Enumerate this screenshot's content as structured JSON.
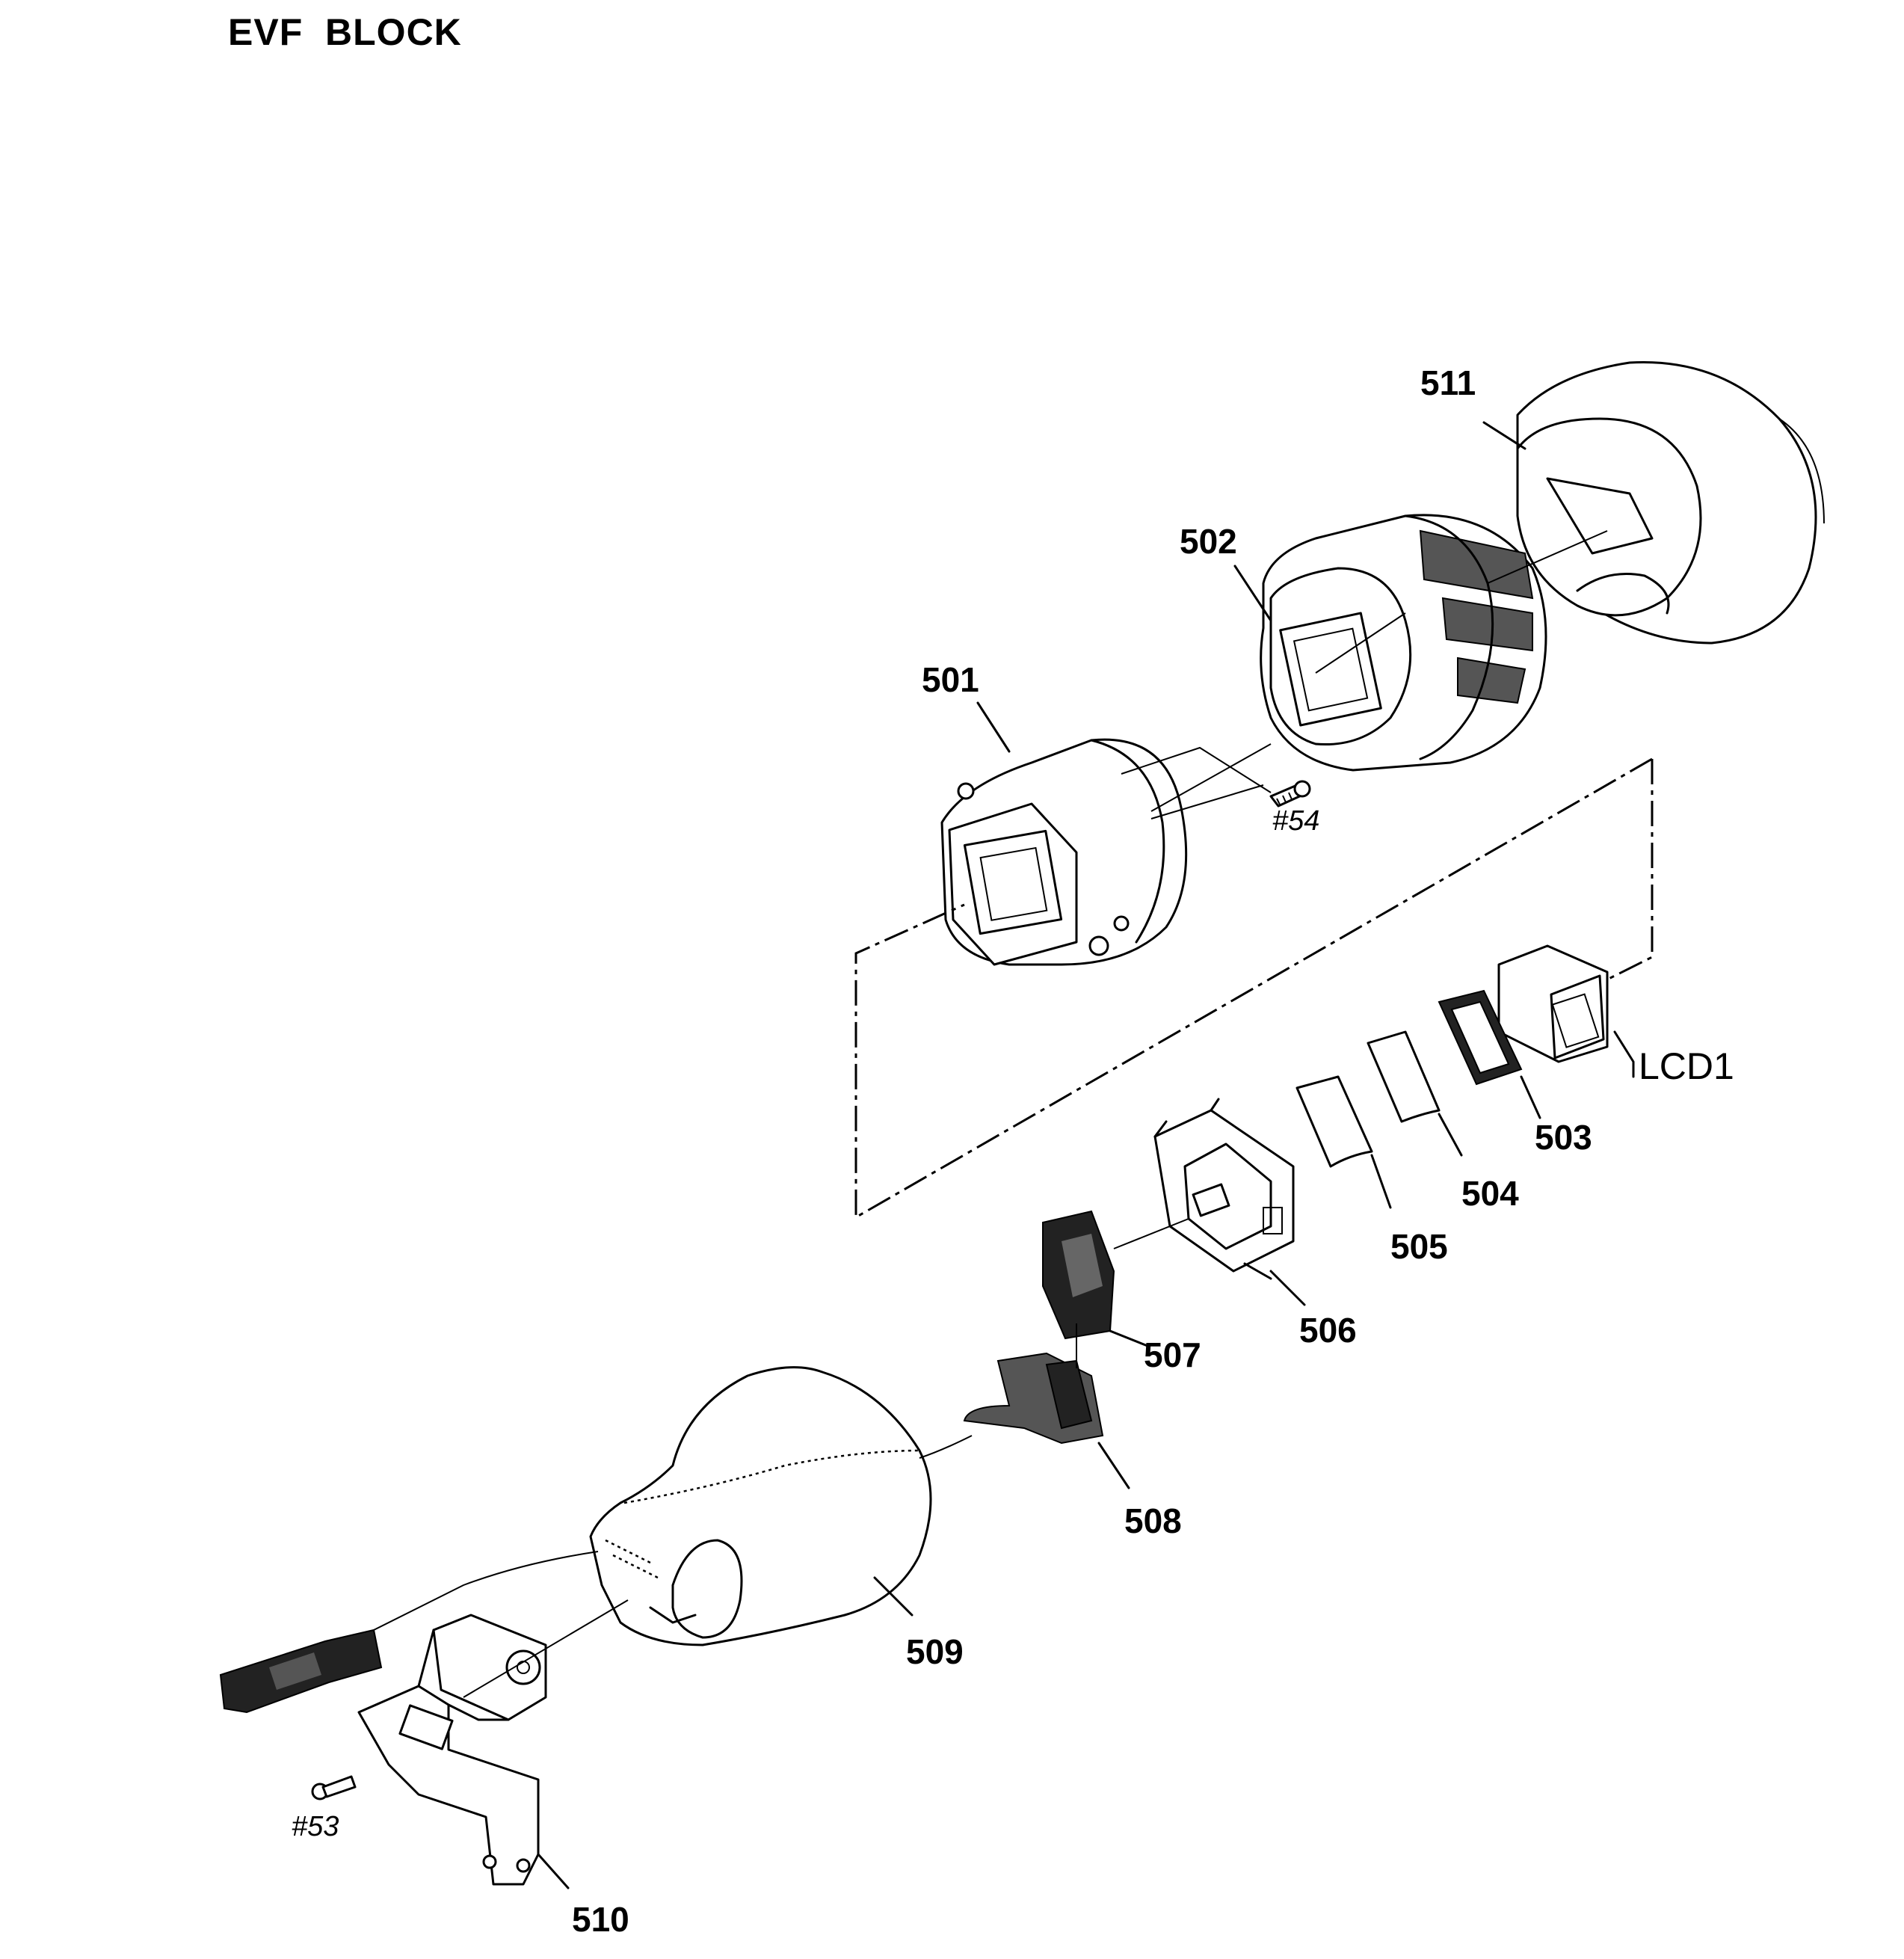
{
  "diagram": {
    "title": "EVF  BLOCK",
    "parts": {
      "p501": "501",
      "p502": "502",
      "p503": "503",
      "p504": "504",
      "p505": "505",
      "p506": "506",
      "p507": "507",
      "p508": "508",
      "p509": "509",
      "p510": "510",
      "p511": "511",
      "lcd1": "LCD1"
    },
    "screws": {
      "s53": "#53",
      "s54": "#54"
    }
  }
}
